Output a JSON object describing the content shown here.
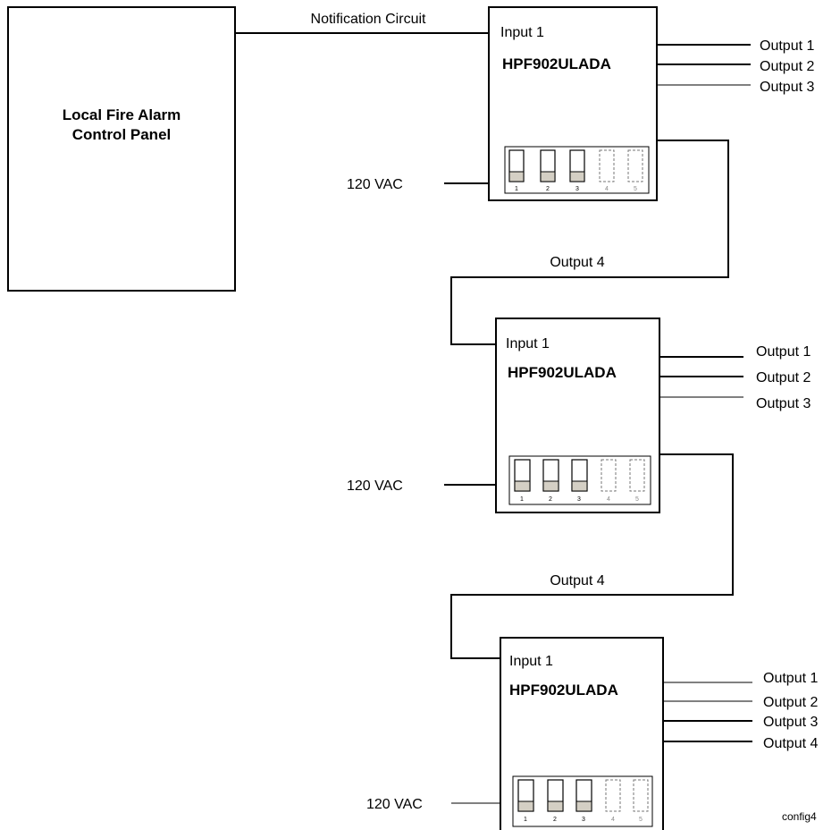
{
  "panel": {
    "line1": "Local Fire Alarm",
    "line2": "Control Panel"
  },
  "notification_label": "Notification Circuit",
  "power_label": "120 VAC",
  "input_label": "Input 1",
  "model": "HPF902ULADA",
  "link_label": "Output 4",
  "outputs_upper": [
    "Output 1",
    "Output 2",
    "Output 3"
  ],
  "outputs_last": [
    "Output 1",
    "Output 2",
    "Output 3",
    "Output 4"
  ],
  "switch_numbers": [
    "1",
    "2",
    "3",
    "4",
    "5"
  ],
  "figure_id": "config4"
}
